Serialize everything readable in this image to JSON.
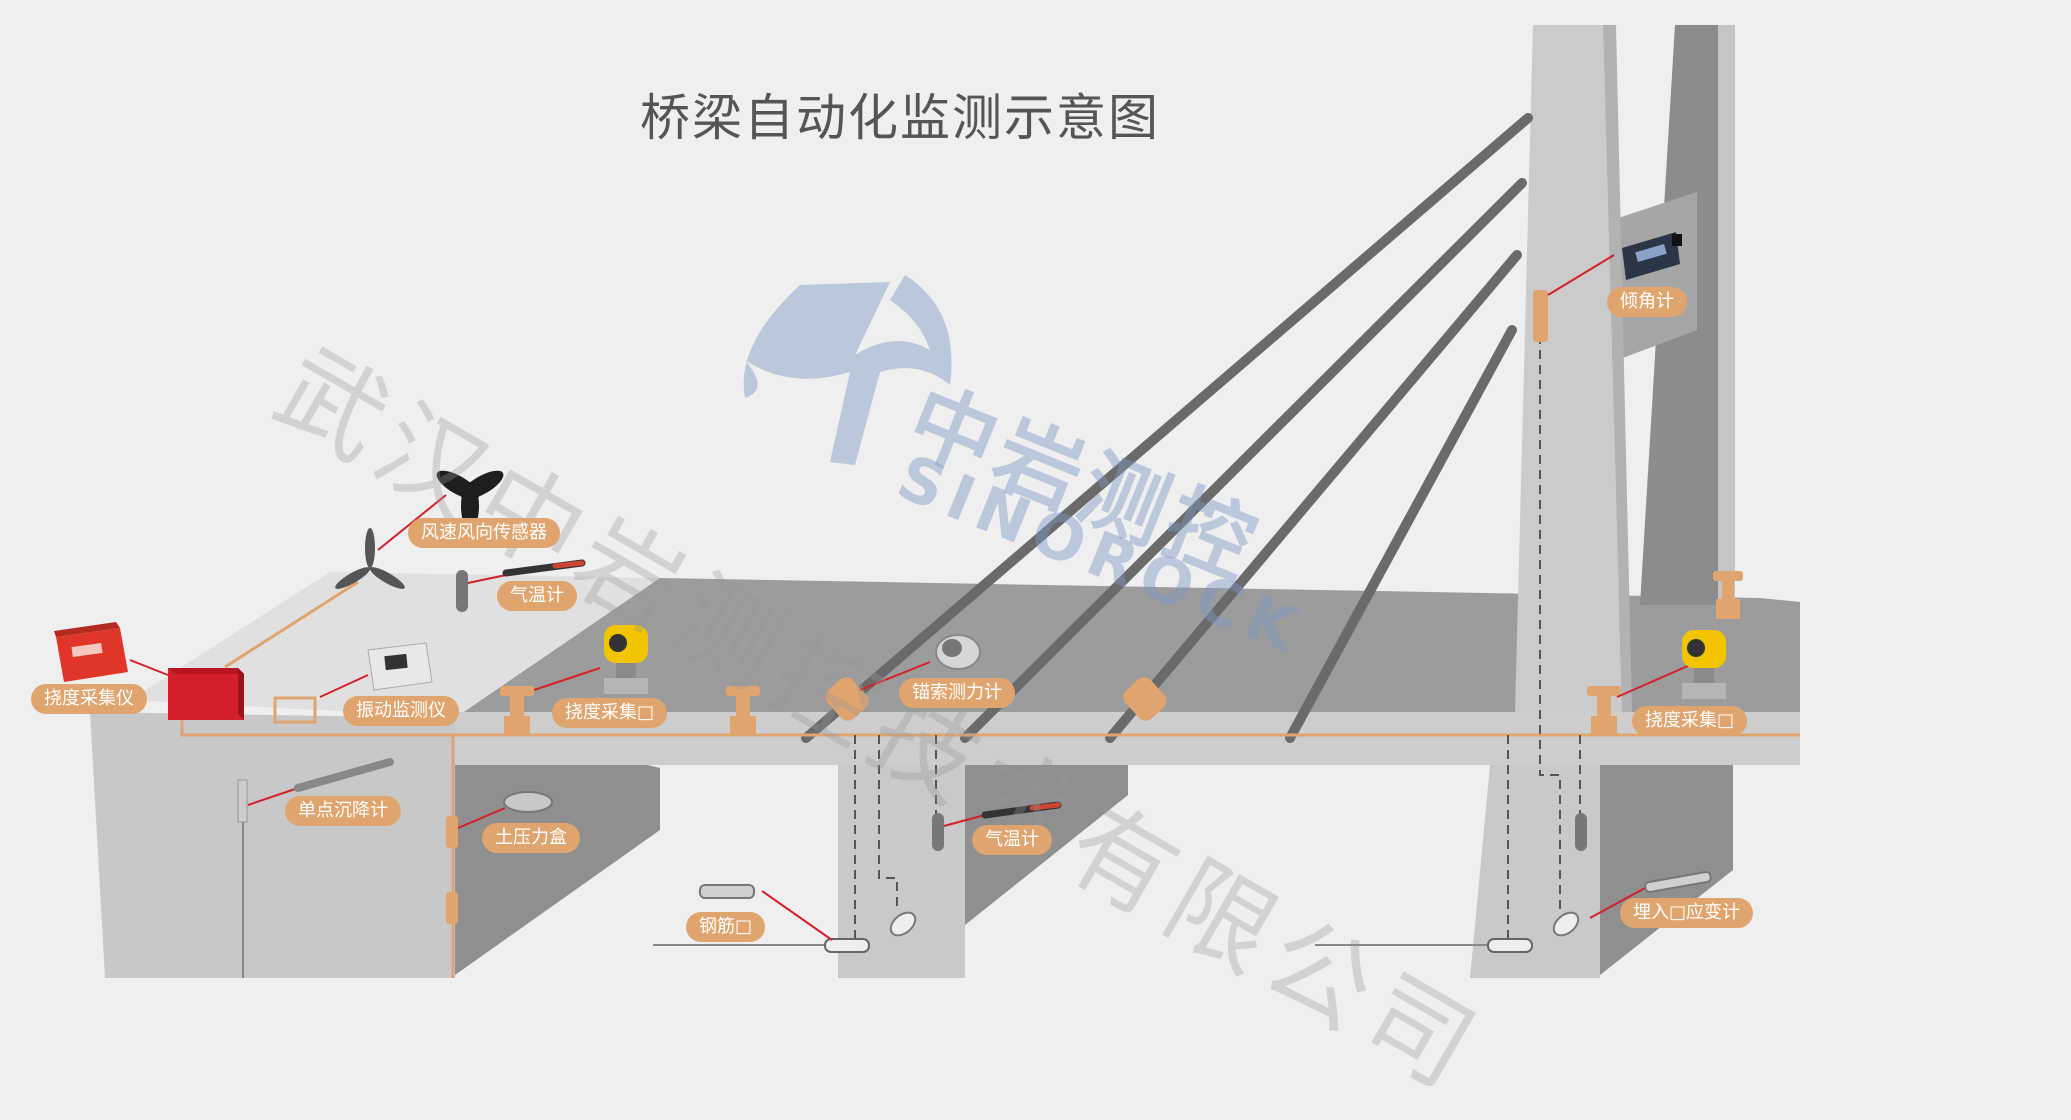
{
  "title": "桥梁自动化监测示意图",
  "watermark": {
    "company": "武汉中岩测控技术有限公司"
  },
  "logo": {
    "chinese": "中岩测控",
    "english": "SINOROCK"
  },
  "labels": {
    "wind_sensor": "风速风向传感器",
    "air_temp_top": "气温计",
    "deflection_collector_left": "挠度采集仪",
    "vibration_monitor": "振动监测仪",
    "deflection_collector_mid": "挠度采集□",
    "anchor_cable_meter": "锚索测力计",
    "inclinometer": "倾角计",
    "deflection_collector_right": "挠度采集□",
    "settlement_meter": "单点沉降计",
    "earth_pressure_cell": "土压力盒",
    "air_temp_pier": "气温计",
    "rebar_meter": "钢筋□",
    "embedded_strain_gauge": "埋入□应变计"
  },
  "colors": {
    "background": "#efefef",
    "label_fill": "#e0a56f",
    "connector_line": "#d4202a",
    "cable": "#6a6a6a",
    "deck_top": "#9c9c9c",
    "collector_box": "#d4202a",
    "transmitter_yellow": "#f2c500"
  }
}
